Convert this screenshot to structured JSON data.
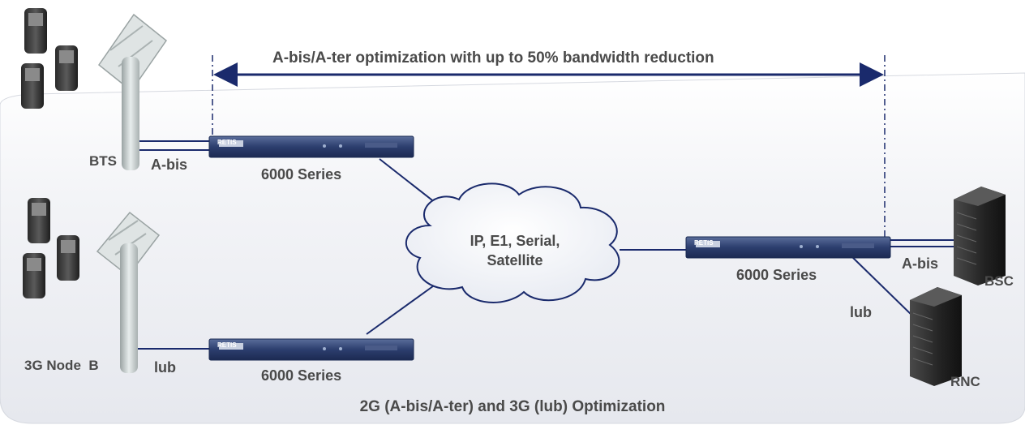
{
  "banner": {
    "text": "A-bis/A-ter optimization with up to 50% bandwidth reduction"
  },
  "footer": {
    "text": "2G (A-bis/A-ter) and 3G (lub) Optimization"
  },
  "cloud": {
    "line1": "IP, E1, Serial,",
    "line2": "Satellite"
  },
  "sites": {
    "bts": {
      "label": "BTS",
      "link": "A-bis"
    },
    "nodeb": {
      "label": "3G Node  B",
      "link": "lub"
    },
    "bsc": {
      "label": "BSC",
      "link": "A-bis"
    },
    "rnc": {
      "label": "RNC",
      "link": "lub"
    }
  },
  "devices": [
    {
      "label": "6000 Series",
      "brand": "RETIS"
    },
    {
      "label": "6000 Series",
      "brand": "RETIS"
    },
    {
      "label": "6000 Series",
      "brand": "RETIS"
    }
  ],
  "colors": {
    "link": "#1a2a6c",
    "panel": "#eef0f4",
    "text": "#4a4a4a",
    "device": "#2c3e6e"
  }
}
